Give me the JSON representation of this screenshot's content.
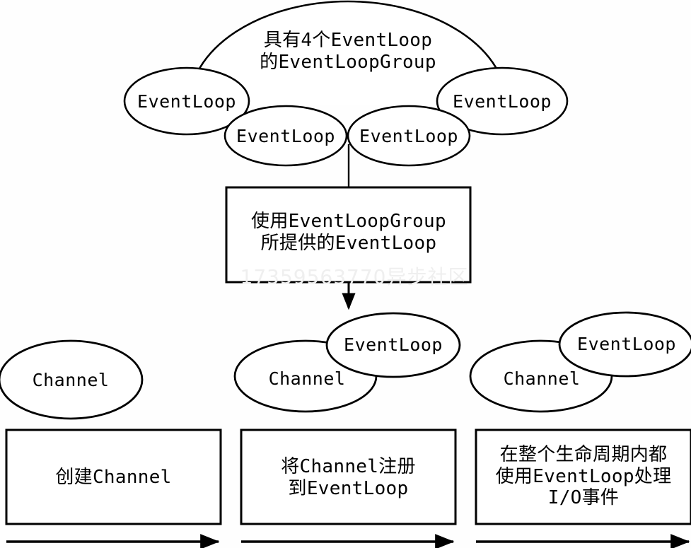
{
  "diagram": {
    "title_text": "具有4个EventLoop\n的EventLoopGroup",
    "watermark": "17359563770异步社区",
    "stroke_color": "#000000",
    "fill_color": "#ffffff",
    "background_color": "#fefefe",
    "watermark_color": "#efefef",
    "cloud": {
      "label": "具有4个EventLoop\n的EventLoopGroup",
      "event_loops": [
        {
          "label": "EventLoop"
        },
        {
          "label": "EventLoop"
        },
        {
          "label": "EventLoop"
        },
        {
          "label": "EventLoop"
        }
      ]
    },
    "middle_box": {
      "label": "使用EventLoopGroup\n所提供的EventLoop"
    },
    "stages": [
      {
        "box_label": "创建Channel",
        "channel_label": "Channel",
        "event_loop_label": null
      },
      {
        "box_label": "将Channel注册\n到EventLoop",
        "channel_label": "Channel",
        "event_loop_label": "EventLoop"
      },
      {
        "box_label": "在整个生命周期内都\n使用EventLoop处理\nI/O事件",
        "channel_label": "Channel",
        "event_loop_label": "EventLoop"
      }
    ],
    "arrows": {
      "cloud_to_box": "vertical-connector",
      "box_to_eventloop": "down-arrow",
      "timeline": [
        "right-arrow",
        "right-arrow",
        "right-arrow"
      ]
    }
  }
}
